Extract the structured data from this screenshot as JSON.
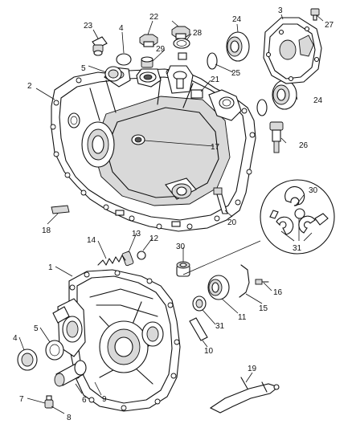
{
  "callouts": {
    "n1": "1",
    "n2": "2",
    "n3": "3",
    "n4": "4",
    "n5": "5",
    "n6": "6",
    "n7": "7",
    "n8": "8",
    "n9": "9",
    "n10": "10",
    "n11": "11",
    "n12": "12",
    "n13": "13",
    "n14": "14",
    "n15": "15",
    "n16": "16",
    "n17": "17",
    "n18": "18",
    "n19": "19",
    "n20": "20",
    "n21": "21",
    "n22": "22",
    "n23": "23",
    "n24": "24",
    "n25": "25",
    "n26": "26",
    "n27": "27",
    "n28": "28",
    "n29": "29",
    "n30": "30",
    "n31": "31"
  }
}
